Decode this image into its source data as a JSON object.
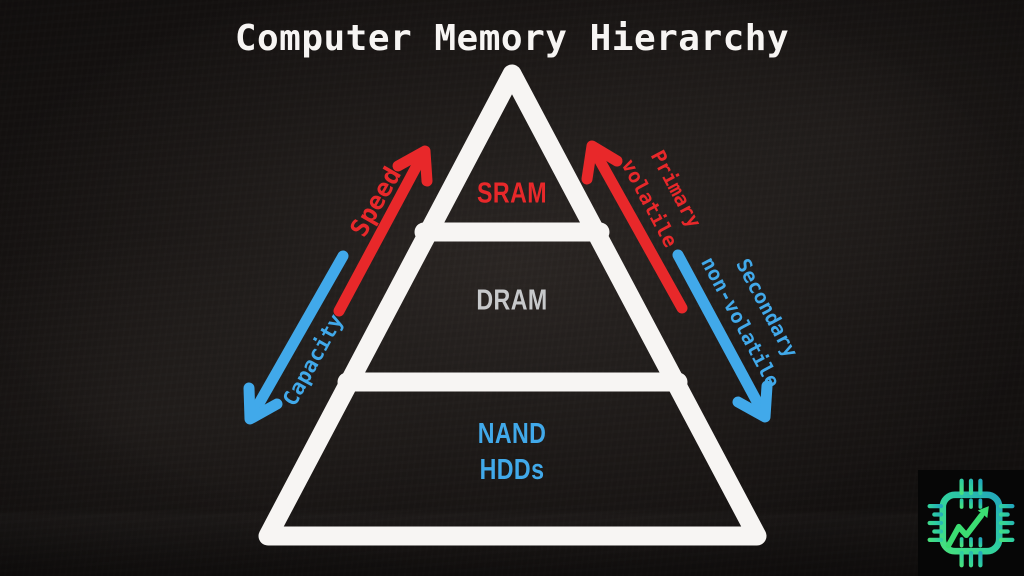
{
  "title": "Computer Memory Hierarchy",
  "colors": {
    "red": "#e8282a",
    "blue": "#41a9ea",
    "white": "#f7f5f3",
    "dram_gray": "#c7c9cb",
    "chip_teal": "#22a7bc",
    "chip_mid": "#2fcfa0",
    "chip_green": "#47e07d",
    "chip_arrow": "#3bdd72",
    "background": "#171413"
  },
  "pyramid": {
    "levels": [
      {
        "name": "sram",
        "label": "SRAM",
        "color": "#e8282a"
      },
      {
        "name": "dram",
        "label": "DRAM",
        "color": "#c7c9cb"
      },
      {
        "name": "nand-hdds",
        "line1": "NAND",
        "line2": "HDDs",
        "color": "#41a9ea"
      }
    ]
  },
  "axes": {
    "left": {
      "up": {
        "label": "Speed",
        "direction": "up",
        "color": "#e8282a"
      },
      "down": {
        "label": "Capacity",
        "direction": "down",
        "color": "#41a9ea"
      }
    },
    "right": {
      "up": {
        "line1": "Primary",
        "line2": "volatile",
        "direction": "up",
        "color": "#e8282a"
      },
      "down": {
        "line1": "Secondary",
        "line2": "non-volatile",
        "direction": "down",
        "color": "#41a9ea"
      }
    }
  },
  "logo": {
    "icon": "chip-trend-up-icon"
  }
}
